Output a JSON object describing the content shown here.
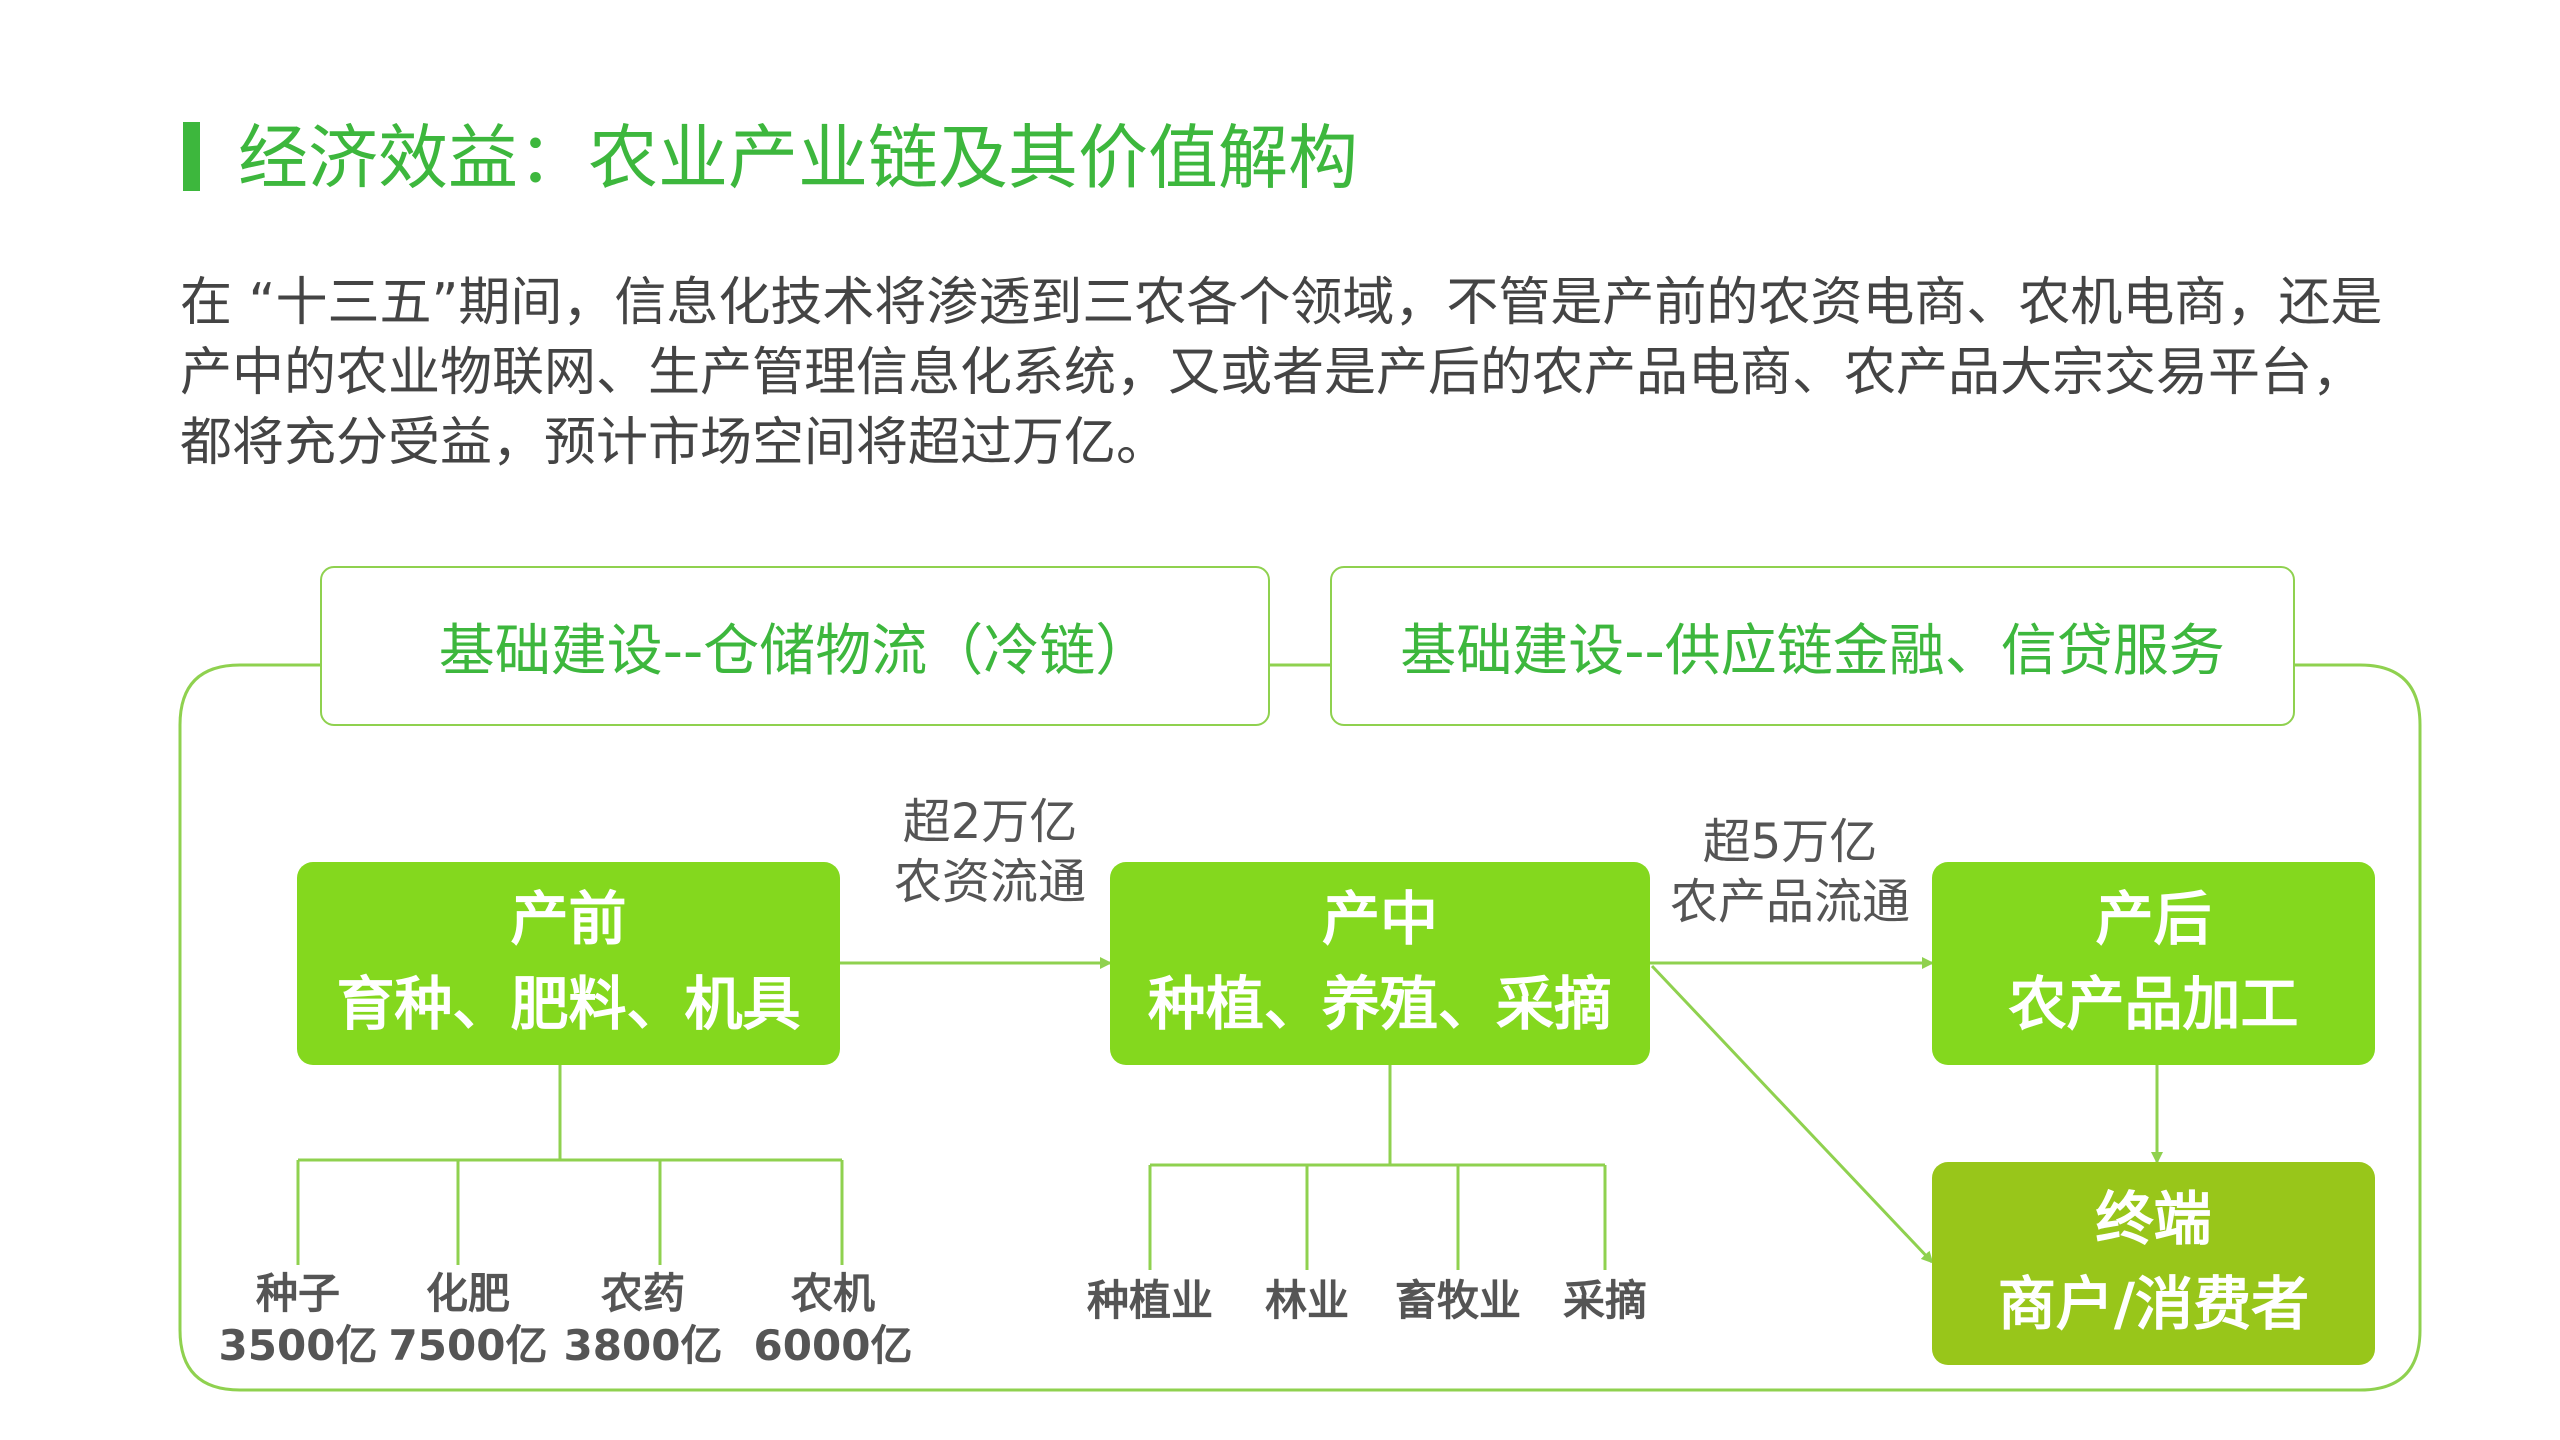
{
  "header": {
    "title": "经济效益：农业产业链及其价值解构",
    "intro": "在 “十三五”期间，信息化技术将渗透到三农各个领域，不管是产前的农资电商、农机电商，还是产中的农业物联网、生产管理信息化系统，又或者是产后的农产品电商、农产品大宗交易平台，都将充分受益，预计市场空间将超过万亿。"
  },
  "infrastructure": {
    "left": "基础建设--仓储物流（冷链）",
    "right": "基础建设--供应链金融、信贷服务"
  },
  "stages": {
    "pre": {
      "title": "产前",
      "sub": "育种、肥料、机具"
    },
    "mid": {
      "title": "产中",
      "sub": "种植、养殖、采摘"
    },
    "post": {
      "title": "产后",
      "sub": "农产品加工"
    },
    "end": {
      "title": "终端",
      "sub": "商户/消费者"
    }
  },
  "flows": {
    "pre_mid": {
      "line1": "超2万亿",
      "line2": "农资流通"
    },
    "mid_post": {
      "line1": "超5万亿",
      "line2": "农产品流通"
    }
  },
  "pre_items": [
    {
      "name": "种子",
      "value": "3500亿"
    },
    {
      "name": "化肥",
      "value": "7500亿"
    },
    {
      "name": "农药",
      "value": "3800亿"
    },
    {
      "name": "农机",
      "value": "6000亿"
    }
  ],
  "mid_items": [
    {
      "name": "种植业"
    },
    {
      "name": "林业"
    },
    {
      "name": "畜牧业"
    },
    {
      "name": "采摘"
    }
  ],
  "colors": {
    "accent": "#3db73d",
    "box_green": "#84d81e",
    "box_olive": "#98c61a",
    "line": "#8fd14f"
  }
}
